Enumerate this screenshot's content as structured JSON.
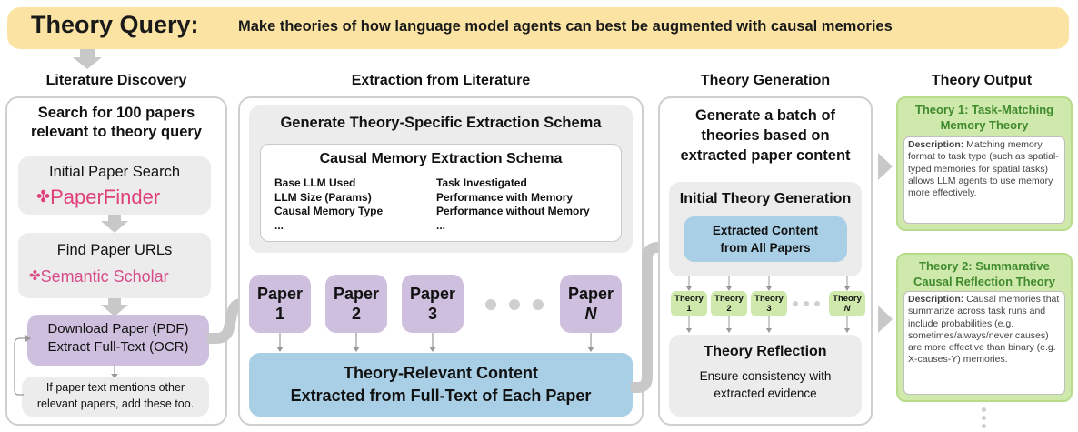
{
  "banner": {
    "title": "Theory Query:",
    "query": "Make theories of how language model agents can best be augmented with causal memories"
  },
  "sections": {
    "literature": "Literature Discovery",
    "extraction": "Extraction from Literature",
    "generation": "Theory Generation",
    "output": "Theory Output"
  },
  "lit": {
    "heading_line1": "Search for 100 papers",
    "heading_line2": "relevant to theory query",
    "search_label": "Initial Paper Search",
    "paperfinder": "PaperFinder",
    "urls_label": "Find Paper URLs",
    "semantic_scholar": "Semantic Scholar",
    "download_line1": "Download Paper (PDF)",
    "download_line2": "Extract Full-Text (OCR)",
    "loop_line1": "If paper text mentions other",
    "loop_line2": "relevant papers, add these too."
  },
  "extraction": {
    "schema_title": "Generate Theory-Specific Extraction Schema",
    "inner_title": "Causal Memory Extraction Schema",
    "fields_left": [
      "Base LLM Used",
      "LLM Size (Params)",
      "Causal Memory Type",
      "..."
    ],
    "fields_right": [
      "Task Investigated",
      "Performance with Memory",
      "Performance without Memory",
      "..."
    ],
    "paper_word": "Paper",
    "paper_nums": [
      "1",
      "2",
      "3",
      "N"
    ],
    "content_line1": "Theory-Relevant Content",
    "content_line2": "Extracted from Full-Text of Each Paper"
  },
  "generation": {
    "heading_line1": "Generate a batch of",
    "heading_line2": "theories based on",
    "heading_line3": "extracted paper content",
    "initial_title": "Initial Theory Generation",
    "extracted_line1": "Extracted Content",
    "extracted_line2": "from All Papers",
    "theory_word": "Theory",
    "theory_nums": [
      "1",
      "2",
      "3",
      "N"
    ],
    "reflection_title": "Theory Reflection",
    "reflection_line1": "Ensure consistency with",
    "reflection_line2": "extracted evidence"
  },
  "output": {
    "t1_title1": "Theory 1: Task-Matching",
    "t1_title2": "Memory Theory",
    "t1_desc_label": "Description:",
    "t1_desc": " Matching memory format to task type (such as spatial-typed  memories for spatial tasks) allows LLM agents to use memory more effectively.",
    "t2_title1": "Theory 2: Summarative",
    "t2_title2": "Causal Reflection Theory",
    "t2_desc_label": "Description:",
    "t2_desc": " Causal memories that summarize across task runs and include probabilities (e.g. sometimes/always/never causes) are more effective than binary (e.g. X-causes-Y) memories."
  },
  "colors": {
    "banner": "#fbe4a3",
    "panel_grey": "#ececec",
    "paper_purple": "#cdbfdd",
    "content_blue": "#a9cfe6",
    "theory_green": "#cfe9ac",
    "paperfinder_pink": "#e0407a",
    "scholar_pink": "#d94c8a",
    "green_title": "#3f8a2c"
  }
}
